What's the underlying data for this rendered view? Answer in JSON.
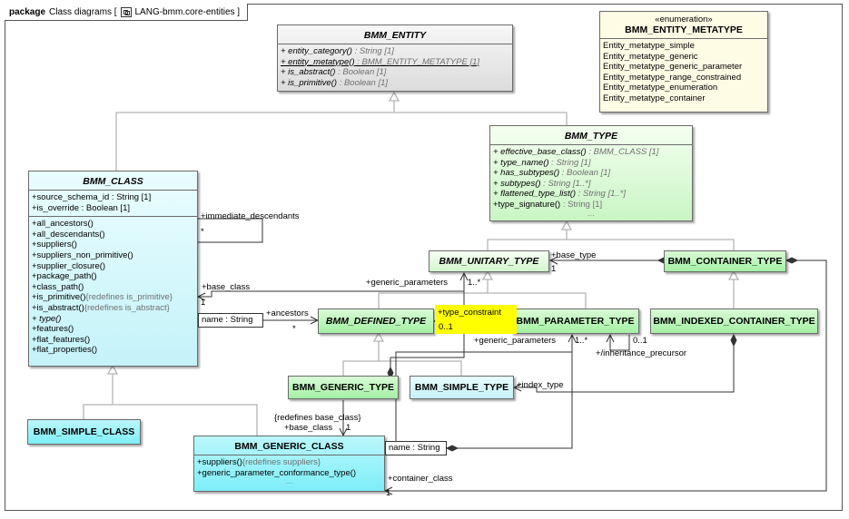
{
  "frame": {
    "keyword": "package",
    "title": "Class diagrams [",
    "package_name": "LANG-bmm.core-entities ]"
  },
  "bmm_entity": {
    "name": "BMM_ENTITY",
    "ops": [
      {
        "name": "+ entity_category()",
        "type": " : String [1]"
      },
      {
        "name": "+ entity_metatype()",
        "type": " : BMM_ENTITY_METATYPE [1]"
      },
      {
        "name": "+ is_abstract()",
        "type": " : Boolean [1]"
      },
      {
        "name": "+ is_primitive()",
        "type": " : Boolean [1]"
      }
    ]
  },
  "enumeration": {
    "stereotype": "«enumeration»",
    "name": "BMM_ENTITY_METATYPE",
    "literals": [
      "Entity_metatype_simple",
      "Entity_metatype_generic",
      "Entity_metatype_generic_parameter",
      "Entity_metatype_range_constrained",
      "Entity_metatype_enumeration",
      "Entity_metatype_container"
    ]
  },
  "bmm_type": {
    "name": "BMM_TYPE",
    "ops": [
      {
        "name": "+ effective_base_class()",
        "type": " : BMM_CLASS [1]"
      },
      {
        "name": "+ type_name()",
        "type": " : String [1]"
      },
      {
        "name": "+ has_subtypes()",
        "type": " : Boolean [1]"
      },
      {
        "name": "+ subtypes()",
        "type": " : String [1..*]"
      },
      {
        "name": "+ flattened_type_list()",
        "type": " : String [1..*]"
      }
    ],
    "op_plain": {
      "name": "+type_signature()",
      "type": " : String [1]"
    },
    "more": "..."
  },
  "bmm_class": {
    "name": "BMM_CLASS",
    "attrs": [
      "+source_schema_id : String [1]",
      "+is_override : Boolean [1]"
    ],
    "ops": [
      "+all_ancestors()",
      "+all_descendants()",
      "+suppliers()",
      "+suppliers_non_primitive()",
      "+supplier_closure()",
      "+package_path()",
      "+class_path()"
    ],
    "op_redef1": {
      "name": "+is_primitive()",
      "note": "{redefines is_primitive}"
    },
    "op_redef2": {
      "name": "+is_abstract()",
      "note": "{redefines is_abstract}"
    },
    "op_abstract": "+ type()",
    "ops2": [
      "+features()",
      "+flat_features()",
      "+flat_properties()"
    ]
  },
  "boxes": {
    "unitary": "BMM_UNITARY_TYPE",
    "container": "BMM_CONTAINER_TYPE",
    "defined": "BMM_DEFINED_TYPE",
    "parameter": "BMM_PARAMETER_TYPE",
    "indexed": "BMM_INDEXED_CONTAINER_TYPE",
    "generic_type": "BMM_GENERIC_TYPE",
    "simple_type": "BMM_SIMPLE_TYPE",
    "simple_class": "BMM_SIMPLE_CLASS"
  },
  "generic_class": {
    "name": "BMM_GENERIC_CLASS",
    "op1": {
      "name": "+suppliers()",
      "note": "{redefines suppliers}"
    },
    "op2": "+generic_parameter_conformance_type()",
    "more": "..."
  },
  "qualifiers": {
    "class_name": "name : String",
    "generic_name": "name : String"
  },
  "labels": {
    "immediate_descendants": "+immediate_descendants",
    "immediate_star": "*",
    "base_class": "+base_class",
    "base_class_one": "1",
    "ancestors": "+ancestors",
    "ancestors_star": "*",
    "base_type": "+base_type",
    "base_type_one": "1",
    "generic_parameters_top": "+generic_parameters",
    "gp_top_mult": "1..*",
    "type_constraint": "+type_constraint",
    "tc_mult": "0..1",
    "generic_parameters_bottom": "+generic_parameters",
    "gp_bottom_mult": "1..*",
    "ip_mult": "0..1",
    "inheritance_precursor": "+/inheritance_precursor",
    "index_type": "+index_type",
    "redefines_base_class": "{redefines base_class}",
    "base_class2": "+base_class",
    "base_class2_one": "1",
    "container_class": "+container_class",
    "container_one": "1"
  }
}
